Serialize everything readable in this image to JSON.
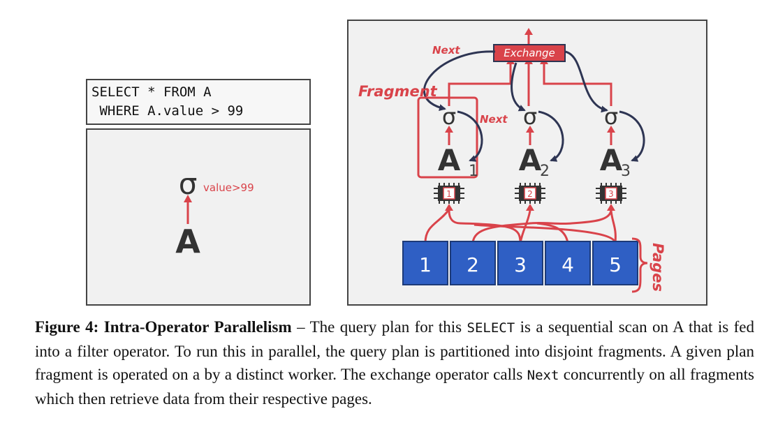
{
  "query": {
    "line1": "SELECT * FROM A",
    "line2": " WHERE A.value > 99"
  },
  "simple_plan": {
    "operator": "σ",
    "predicate": "value>99",
    "table": "A"
  },
  "parallel_plan": {
    "exchange_label": "Exchange",
    "next_label_top": "Next",
    "next_label_mid": "Next",
    "fragment_label": "Fragment",
    "pages_label": "Pages",
    "operator": "σ",
    "fragments": [
      {
        "table": "A",
        "sub": "1",
        "cpu": "1"
      },
      {
        "table": "A",
        "sub": "2",
        "cpu": "2"
      },
      {
        "table": "A",
        "sub": "3",
        "cpu": "3"
      }
    ],
    "pages": [
      "1",
      "2",
      "3",
      "4",
      "5"
    ]
  },
  "caption": {
    "label": "Figure 4: Intra-Operator Parallelism",
    "t1": " – The query plan for this ",
    "c1": "SELECT",
    "t2": " is a sequential scan on A that is fed into a filter operator. To run this in parallel, the query plan is partitioned into disjoint fragments. A given plan fragment is operated on a by a distinct worker. The exchange operator calls ",
    "c2": "Next",
    "t3": " concurrently on all fragments which then retrieve data from their respective pages."
  },
  "colors": {
    "red": "#d9434a",
    "navy": "#2e3553",
    "page_blue": "#2f5fc4",
    "panel_bg": "#f1f1f1"
  }
}
